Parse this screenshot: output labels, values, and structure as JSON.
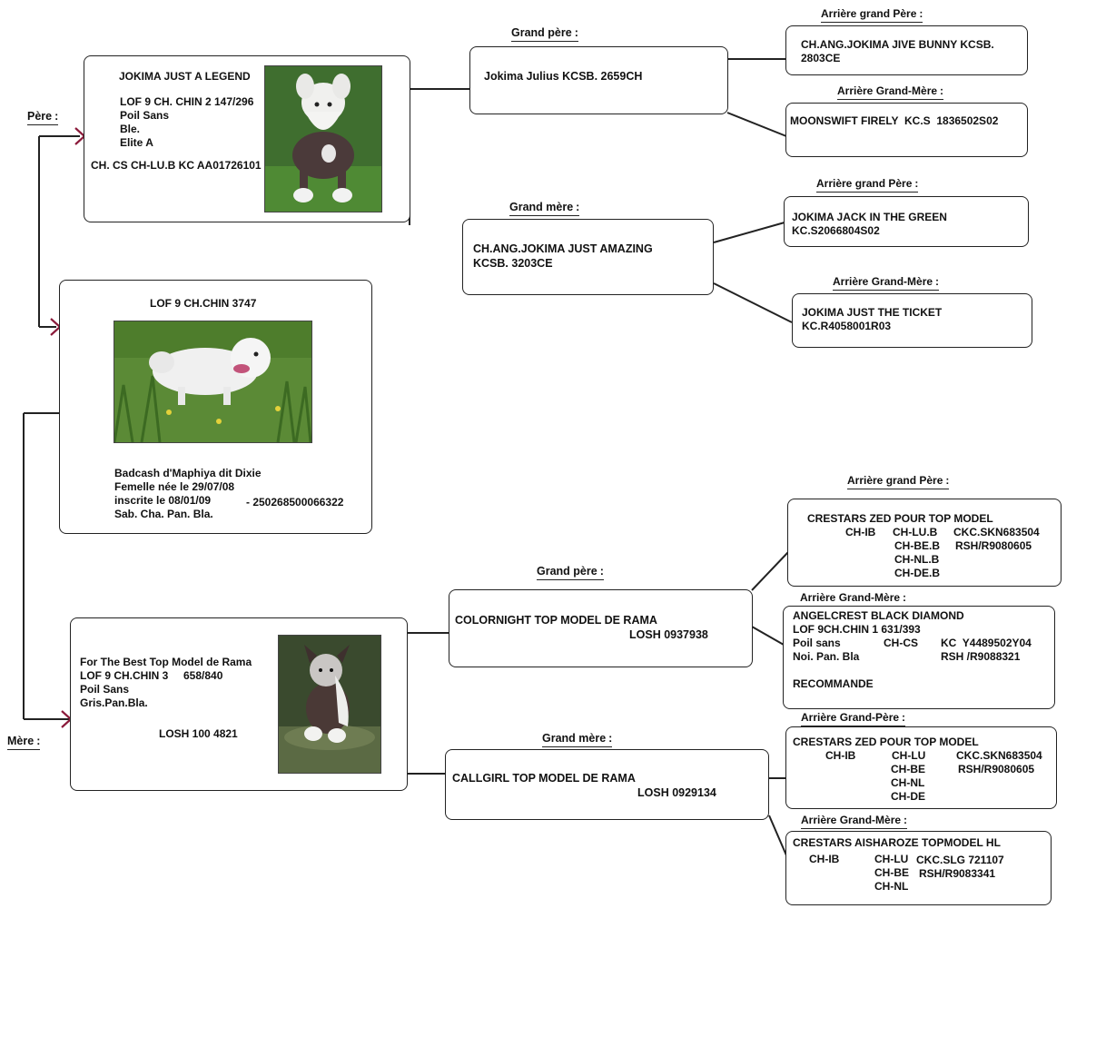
{
  "labels": {
    "pere": "Père",
    "mere": "Mère",
    "grand_pere": "Grand père",
    "grand_mere": "Grand mère",
    "arriere_grand_pere_1": "Arrière grand Père",
    "arriere_grand_mere_1": "Arrière Grand-Mère",
    "arriere_grand_pere_2": "Arrière grand Père",
    "arriere_grand_mere_2": "Arrière Grand-Mère",
    "arriere_grand_pere_3": "Arrière grand Père",
    "arriere_grand_mere_3": "Arrière Grand-Mère",
    "arriere_grand_pere_4": "Arrière Grand-Père",
    "arriere_grand_mere_4": "Arrière Grand-Mère",
    "colon": ":"
  },
  "subject": {
    "title": "LOF 9 CH.CHIN 3747",
    "name": "Badcash d'Maphiya dit Dixie",
    "sex_birth": "Femelle née le 29/07/08",
    "registered": "inscrite le 08/01/09",
    "chip": "- 250268500066322",
    "color": "Sab. Cha. Pan. Bla."
  },
  "father": {
    "name": "JOKIMA JUST A LEGEND",
    "lof": "LOF 9 CH. CHIN 2 147/296",
    "coat": "Poil Sans",
    "color": "Ble.",
    "grade": "Elite A",
    "titles": "CH. CS CH-LU.B KC AA01726101"
  },
  "father_grandfather": {
    "text": "Jokima Julius KCSB. 2659CH"
  },
  "father_grandmother": {
    "line1": "CH.ANG.JOKIMA JUST AMAZING",
    "line2": "KCSB. 3203CE"
  },
  "ff_greatgrandfather": {
    "line1": "CH.ANG.JOKIMA JIVE BUNNY KCSB.",
    "line2": "2803CE"
  },
  "ff_greatgrandmother": {
    "line1": "MOONSWIFT FIRELY  KC.S  1836502S02"
  },
  "fm_greatgrandfather": {
    "line1": "JOKIMA JACK IN THE GREEN",
    "line2": "KC.S2066804S02"
  },
  "fm_greatgrandmother": {
    "line1": "JOKIMA JUST THE TICKET",
    "line2": "KC.R4058001R03"
  },
  "mother": {
    "name": "For The Best Top Model de Rama",
    "lof": "LOF 9 CH.CHIN 3     658/840",
    "coat": "Poil Sans",
    "color": "Gris.Pan.Bla.",
    "losh": "LOSH 100 4821"
  },
  "mother_grandfather": {
    "line1": "COLORNIGHT TOP MODEL DE RAMA",
    "line2": "LOSH 0937938"
  },
  "mother_grandmother": {
    "line1": "CALLGIRL TOP MODEL DE RAMA",
    "line2": "LOSH 0929134"
  },
  "mf_greatgrandfather": {
    "name": "CRESTARS ZED POUR TOP MODEL",
    "c1": "CH-IB",
    "c2": [
      "CH-LU.B",
      "CH-BE.B",
      "CH-NL.B",
      "CH-DE.B"
    ],
    "c3": [
      "CKC.SKN683504",
      "RSH/R9080605"
    ]
  },
  "mf_greatgrandmother": {
    "name": "ANGELCREST BLACK DIAMOND",
    "lof": "LOF 9CH.CHIN 1 631/393",
    "coat": "Poil sans",
    "cs": "CH-CS",
    "kc": "KC  Y4489502Y04",
    "color": "Noi. Pan. Bla",
    "rsh": "RSH /R9088321",
    "note": "RECOMMANDE"
  },
  "mm_greatgrandfather": {
    "name": "CRESTARS ZED POUR TOP MODEL",
    "c1": "CH-IB",
    "c2": [
      "CH-LU",
      "CH-BE",
      "CH-NL",
      "CH-DE"
    ],
    "c3": [
      "CKC.SKN683504",
      "RSH/R9080605"
    ]
  },
  "mm_greatgrandmother": {
    "name": "CRESTARS AISHAROZE TOPMODEL HL",
    "c1": "CH-IB",
    "c2": [
      "CH-LU",
      "CH-BE",
      "CH-NL"
    ],
    "c3": [
      "CKC.SLG 721107",
      "RSH/R9083341"
    ]
  },
  "colors": {
    "arrow": "#8b1a3a",
    "line": "#222222",
    "grass": "#4a7a2a"
  }
}
